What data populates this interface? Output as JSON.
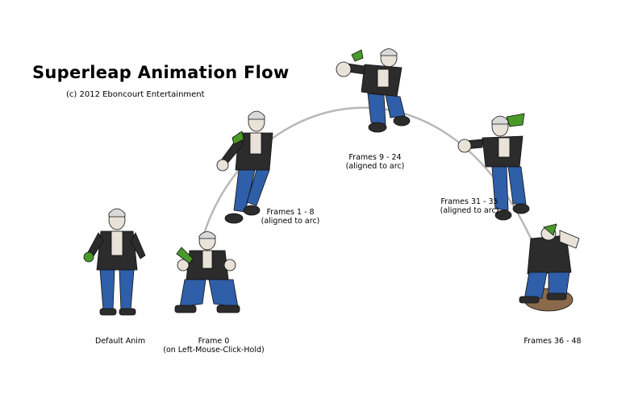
{
  "title": "Superleap Animation Flow",
  "copyright": "(c) 2012 Eboncourt Entertainment",
  "stages": [
    {
      "id": "default",
      "line1": "Default Anim",
      "line2": ""
    },
    {
      "id": "frame0",
      "line1": "Frame 0",
      "line2": "(on Left-Mouse-Click-Hold)"
    },
    {
      "id": "frames1_8",
      "line1": "Frames 1 - 8",
      "line2": "(aligned to arc)"
    },
    {
      "id": "frames9_24",
      "line1": "Frames 9 - 24",
      "line2": "(aligned to arc)"
    },
    {
      "id": "frames31_35",
      "line1": "Frames 31 - 35",
      "line2": "(aligned to arc)"
    },
    {
      "id": "frames36_48",
      "line1": "Frames 36 - 48",
      "line2": ""
    }
  ],
  "colors": {
    "arc": "#b8b8b8",
    "jacket": "#2c2c2c",
    "jeans": "#2f5fa8",
    "skin": "#e8e2d8",
    "hair": "#d9d9d9",
    "accent": "#4a9a2a",
    "dirt": "#8a6a4a"
  }
}
